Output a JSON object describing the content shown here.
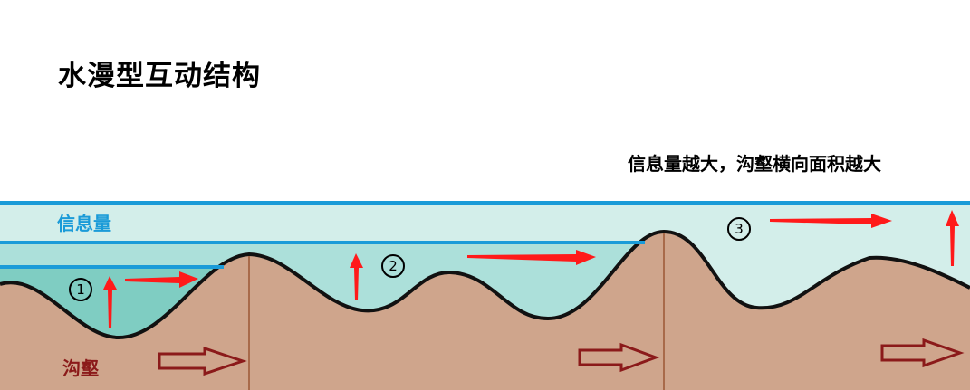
{
  "title": "水漫型互动结构",
  "caption": "信息量越大，沟壑横向面积越大",
  "labels": {
    "info_volume": "信息量",
    "gully": "沟壑"
  },
  "markers": [
    "1",
    "2",
    "3"
  ],
  "colors": {
    "terrain": "#cfa58c",
    "water_high": "#d3eeea",
    "water_mid": "#ace0da",
    "water_low": "#7fcdc2",
    "water_line": "#1a9bd8",
    "arrow_red": "#ff1a1a",
    "arrow_outline": "#8b1a1a",
    "divider": "#a86a4a"
  }
}
